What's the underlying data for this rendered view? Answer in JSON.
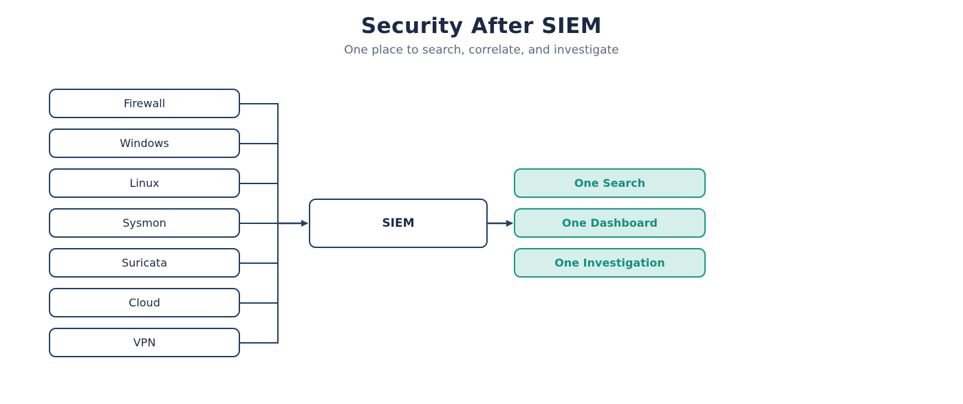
{
  "header": {
    "title": "Security After SIEM",
    "subtitle": "One place to search, correlate, and investigate"
  },
  "sources": [
    {
      "label": "Firewall"
    },
    {
      "label": "Windows"
    },
    {
      "label": "Linux"
    },
    {
      "label": "Sysmon"
    },
    {
      "label": "Suricata"
    },
    {
      "label": "Cloud"
    },
    {
      "label": "VPN"
    }
  ],
  "hub": {
    "label": "SIEM"
  },
  "outcomes": [
    {
      "label": "One Search"
    },
    {
      "label": "One Dashboard"
    },
    {
      "label": "One Investigation"
    }
  ],
  "colors": {
    "line": "#24406a",
    "outcome_border": "#1b978a",
    "outcome_fill": "#d6efea",
    "outcome_text": "#15907f"
  }
}
